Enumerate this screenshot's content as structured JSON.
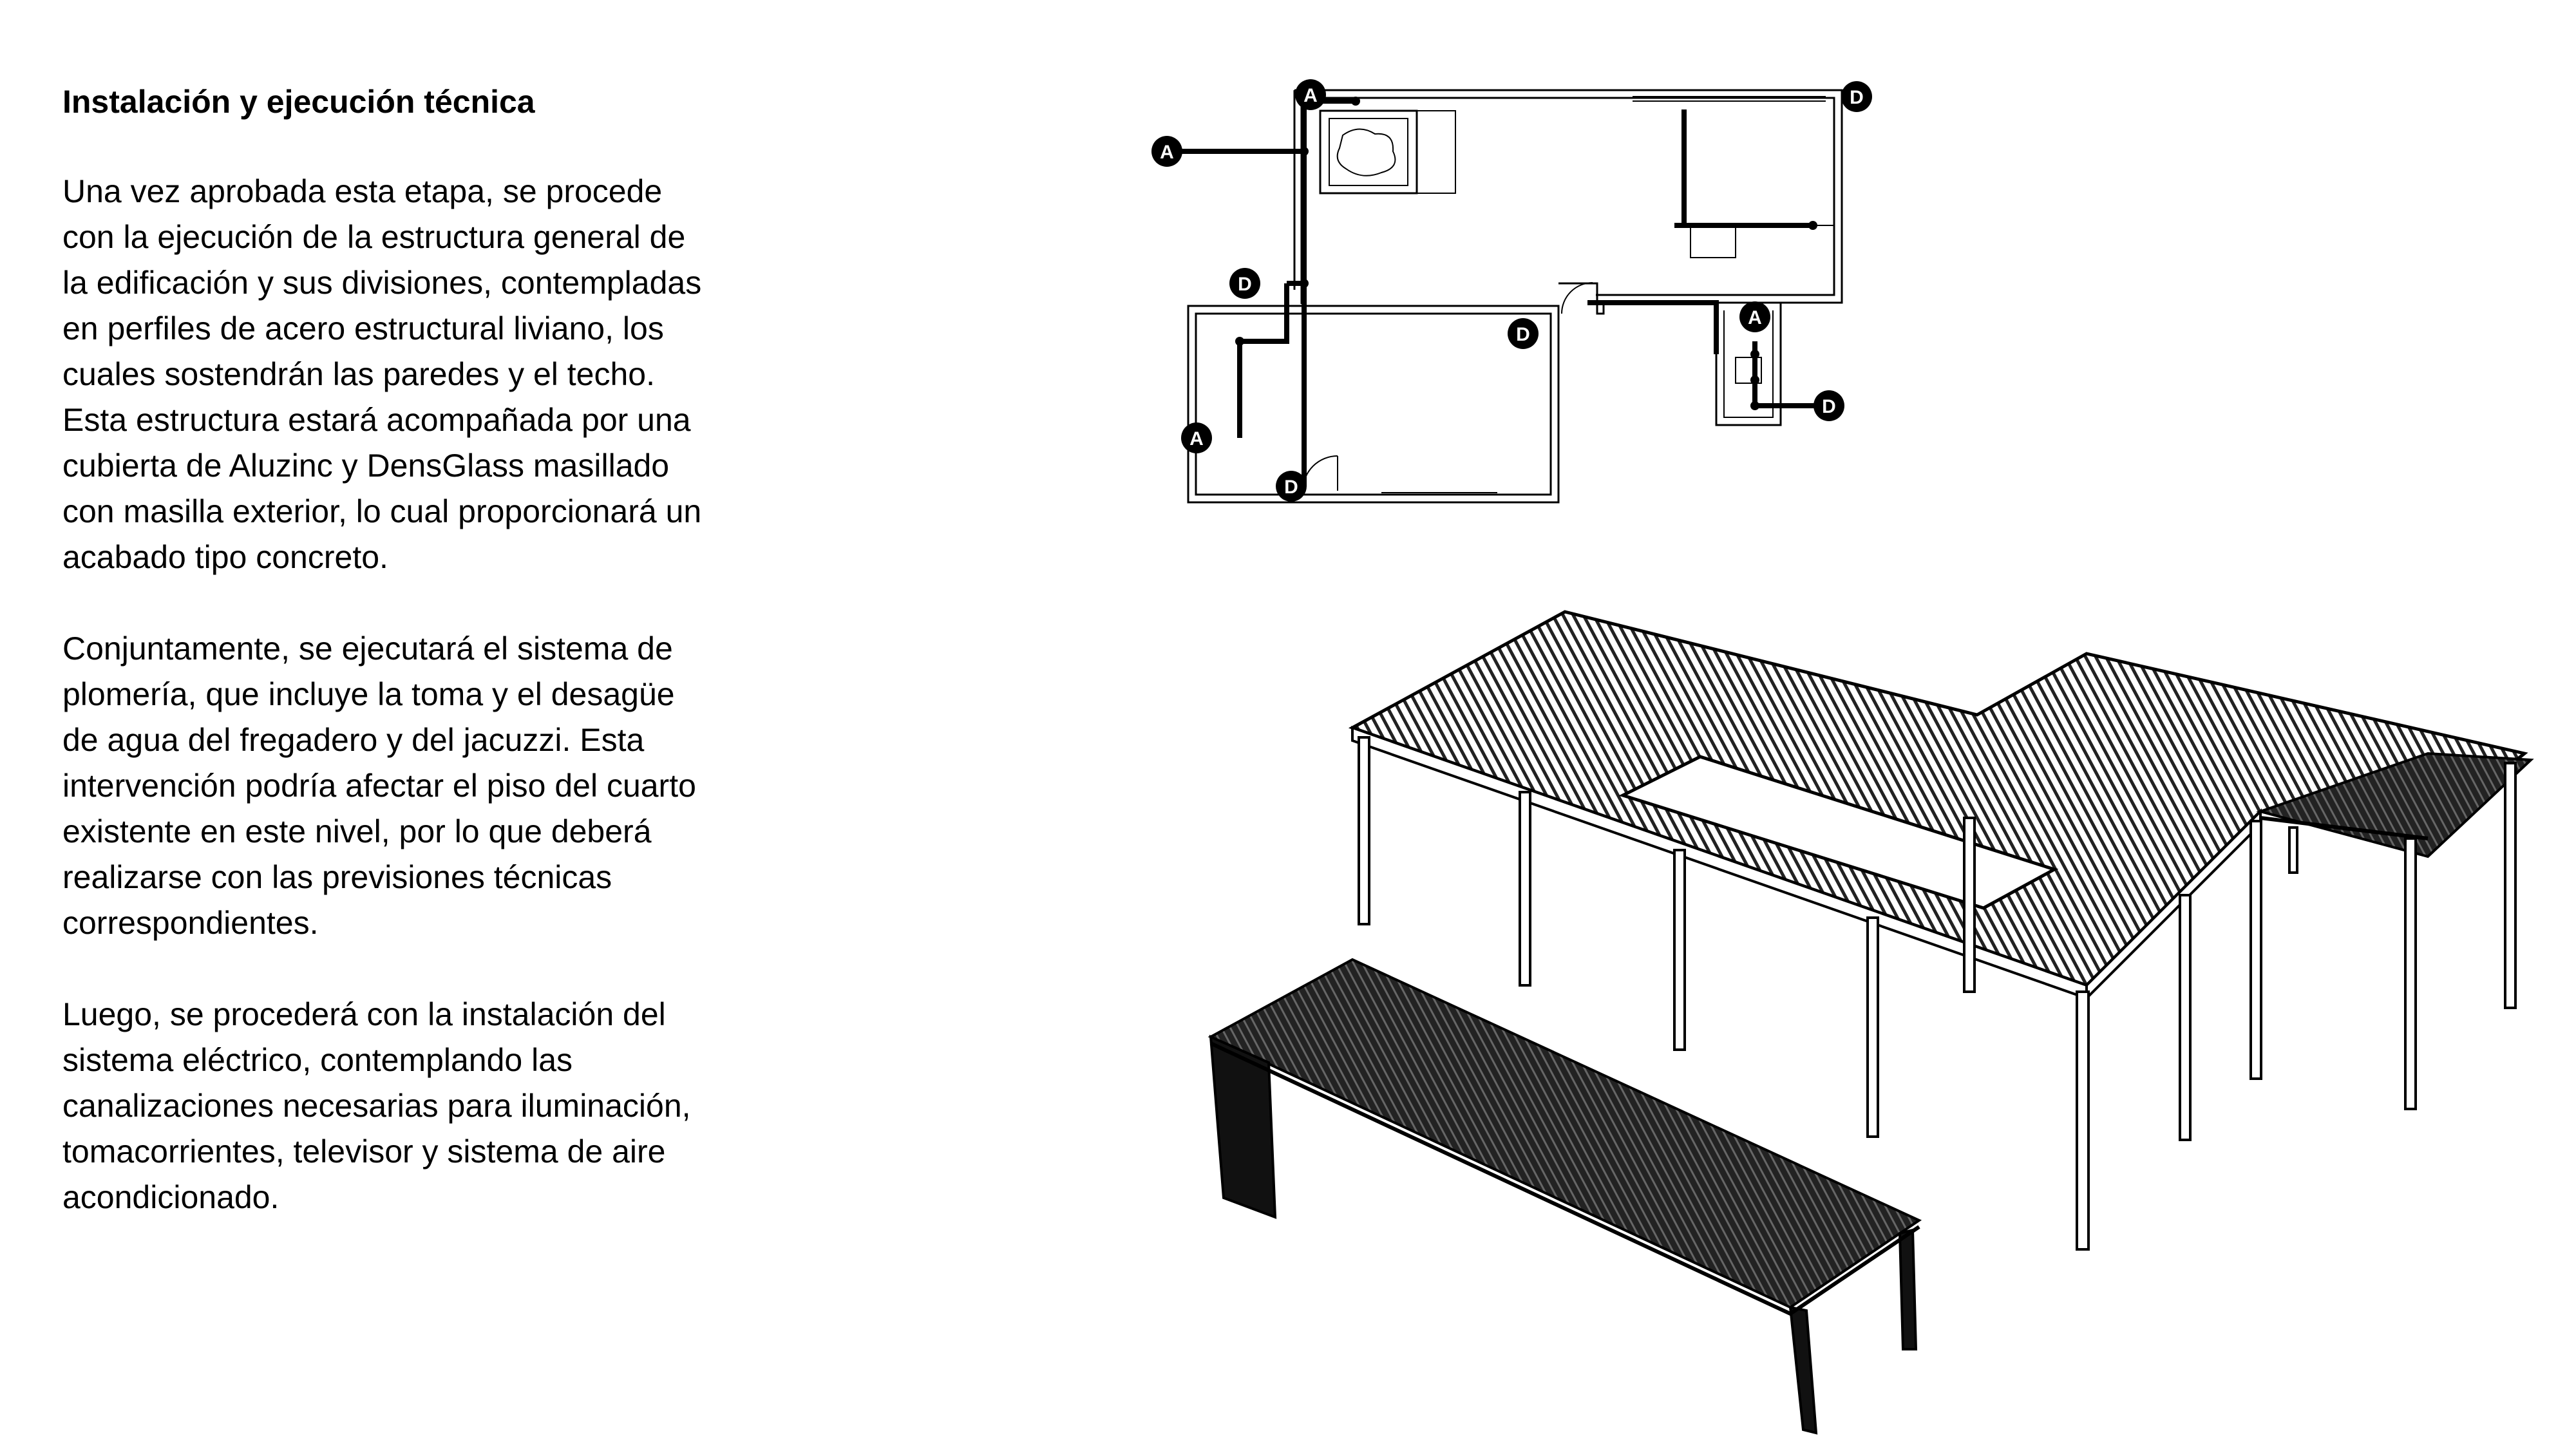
{
  "document": {
    "heading": "Instalación y ejecución técnica",
    "paragraphs": [
      "Una vez aprobada esta etapa, se procede con la ejecución de la estructura general de la edificación y sus divisiones, contempladas en perfiles de acero estructural liviano, los cuales sostendrán las paredes y el techo. Esta estructura estará acompañada por una cubierta de Aluzinc y DensGlass masillado con masilla exterior, lo cual proporcionará un acabado tipo concreto.",
      "Conjuntamente, se ejecutará el sistema de plomería, que incluye la toma y el desagüe de agua del fregadero y del jacuzzi. Esta intervención podría afectar el piso del cuarto existente en este nivel, por lo que deberá realizarse con las previsiones técnicas correspondientes.",
      "Luego, se procederá con la instalación del sistema eléctrico, contemplando las canalizaciones necesarias para iluminación, tomacorrientes, televisor y sistema de aire acondicionado."
    ]
  },
  "floor_plan": {
    "markers": {
      "supply": "A",
      "drain": "D"
    }
  },
  "icons": {
    "floor_plan": "plumbing-floor-plan-drawing",
    "structure": "isometric-steel-structure-drawing"
  }
}
